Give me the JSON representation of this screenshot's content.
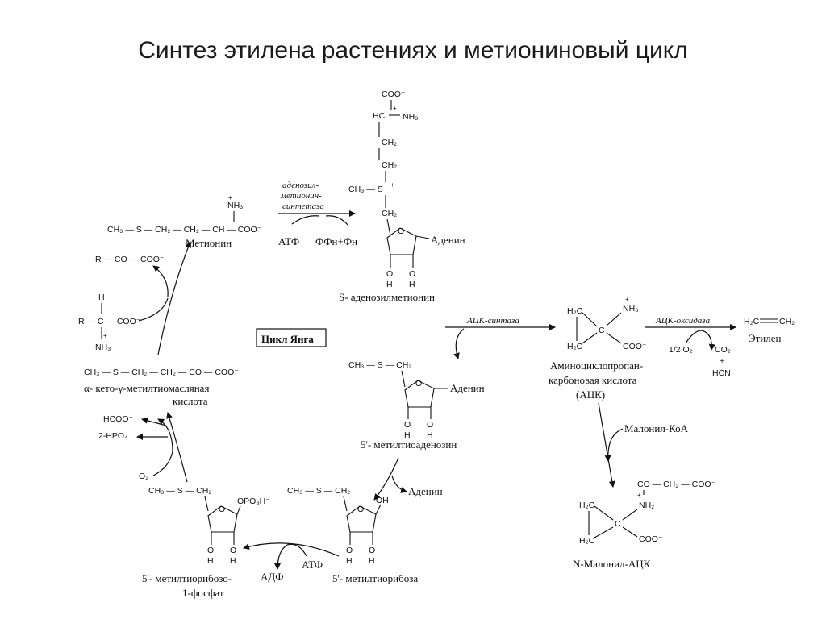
{
  "title": "Синтез этилена  растениях и метиониновый цикл",
  "compounds": {
    "methionine": {
      "formula": "CH₃ — S — CH₂ — CH₂ — CH — COO⁻",
      "nh3": "NH₃",
      "plus": "+",
      "name": "Метионин"
    },
    "sam": {
      "coo": "COO⁻",
      "hc": "HC",
      "nh3": "NH₃",
      "plus": "+",
      "ch2": "CH₂",
      "ch3s": "CH₃ — S",
      "splus": "+",
      "o": "O",
      "h": "H",
      "adenine": "Аденин",
      "name": "S- аденозилметионин"
    },
    "ketoacid": {
      "formula": "CH₃ — S — CH₂ — CH₂ — CO — COO⁻",
      "name_line1": "α- кето-γ-метилтиомасляная",
      "name_line2": "кислота"
    },
    "mta": {
      "ch3s": "CH₃ — S — CH₂",
      "adenine": "Аденин",
      "name": "5'- метилтиоаденозин"
    },
    "mtr": {
      "ch3s": "CH₃ — S — CH₂",
      "oh": "OH",
      "name": "5'- метилтиорибоза"
    },
    "mtrp": {
      "ch3s": "CH₃ — S — CH₂",
      "opo3h": "OPO₃H⁻",
      "name_line1": "5'- метилтиорибозо-",
      "name_line2": "1-фосфат"
    },
    "acc": {
      "h2c": "H₂C",
      "c": "C",
      "nh3": "NH₃",
      "plus": "+",
      "coo": "COO⁻",
      "name_line1": "Аминоциклопропан-",
      "name_line2": "карбоновая кислота",
      "name_line3": "(АЦК)"
    },
    "ethylene": {
      "h2c_left": "H₂C",
      "h2c_right": "CH₂",
      "name": "Этилен"
    },
    "malonyl_acc": {
      "top": "CO — CH₂ — COO⁻",
      "nh": "NH₂",
      "plus": "+",
      "h2c": "H₂C",
      "c": "C",
      "coo": "COO⁻",
      "name": "N-Малонил-АЦК"
    },
    "amino_acid": {
      "h": "H",
      "r": "R — C — COO⁻",
      "nh3": "NH₃",
      "plus": "+"
    },
    "ketone": {
      "formula": "R — CO — COO⁻"
    }
  },
  "enzymes": {
    "sam_synthetase_line1": "аденозил-",
    "sam_synthetase_line2": "метионин-",
    "sam_synthetase_line3": "синтетаза",
    "acc_synthase": "АЦК-синтаза",
    "acc_oxidase": "АЦК-оксидаза"
  },
  "reagents": {
    "atp": "АТФ",
    "ppi_pi": "ФФн+Фн",
    "o2_half": "1/2 O₂",
    "co2": "CO₂",
    "plus": "+",
    "hcn": "HCN",
    "adenine": "Аденин",
    "atp2": "АТФ",
    "adp": "АДФ",
    "hcoo": "HCOO⁻",
    "hpo4": "2-HPO₄⁻",
    "o2": "O₂",
    "malonyl_coa": "Малонил-КоА"
  },
  "cycle_label": "Цикл Янга"
}
